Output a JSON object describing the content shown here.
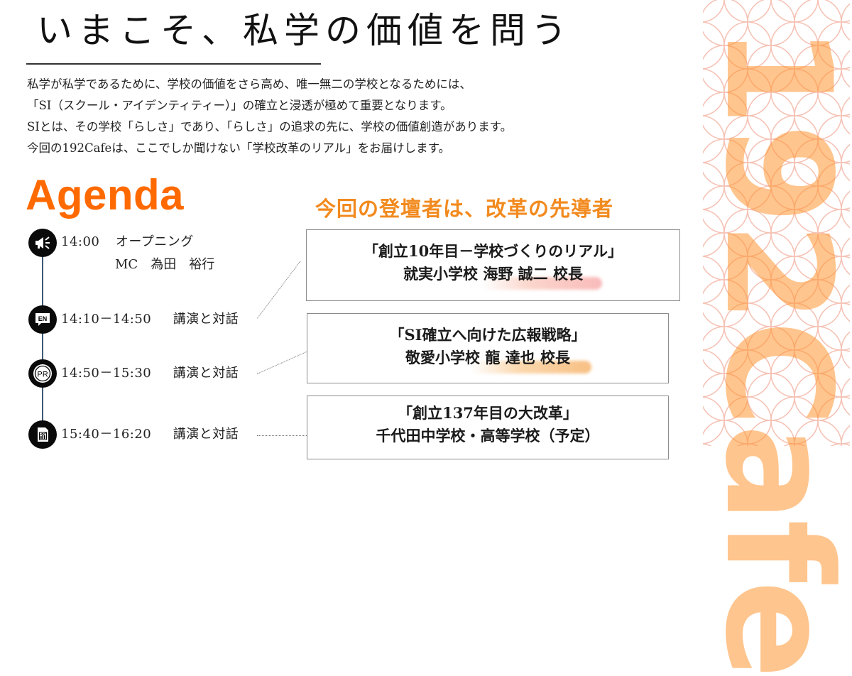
{
  "header": {
    "title": "いまこそ、私学の価値を問う"
  },
  "intro": {
    "lines": [
      "私学が私学であるために、学校の価値をさら高め、唯一無二の学校となるためには、",
      "「SI（スクール・アイデンティティー）」の確立と浸透が極めて重要となります。",
      "SIとは、その学校「らしさ」であり、「らしさ」の追求の先に、学校の価値創造があります。",
      "今回の192Cafeは、ここでしか聞けない「学校改革のリアル」をお届けします。"
    ]
  },
  "agenda": {
    "heading": "Agenda",
    "items": [
      {
        "icon": "megaphone-icon",
        "time": "14:00",
        "label": "オープニング",
        "sub": "MC　為田　裕行"
      },
      {
        "icon": "en-speech-bubble-icon",
        "time": "14:10－14:50",
        "label": "講演と対話"
      },
      {
        "icon": "pr-badge-icon",
        "time": "14:50－15:30",
        "label": "講演と対話"
      },
      {
        "icon": "report-chart-icon",
        "time": "15:40－16:20",
        "label": "講演と対話"
      }
    ]
  },
  "speakers": {
    "heading": "今回の登壇者は、改革の先導者",
    "sessions": [
      {
        "talk": "「創立10年目－学校づくりのリアル」",
        "speaker": "就実小学校 海野 誠二 校長"
      },
      {
        "talk": "「SI確立へ向けた広報戦略」",
        "speaker": "敬愛小学校 龍 達也 校長"
      },
      {
        "talk": "「創立137年目の大改革」",
        "speaker": "千代田中学校・高等学校（予定）"
      }
    ]
  },
  "decoration": {
    "brand_text": "192Cafe"
  },
  "colors": {
    "accent_orange": "#ff6a00",
    "heading_orange": "#f28a1e",
    "pattern_pink": "#f5c2b5",
    "brand_orange_translucent": "rgba(255,150,50,0.55)",
    "timeline_line": "#3e5a78"
  }
}
